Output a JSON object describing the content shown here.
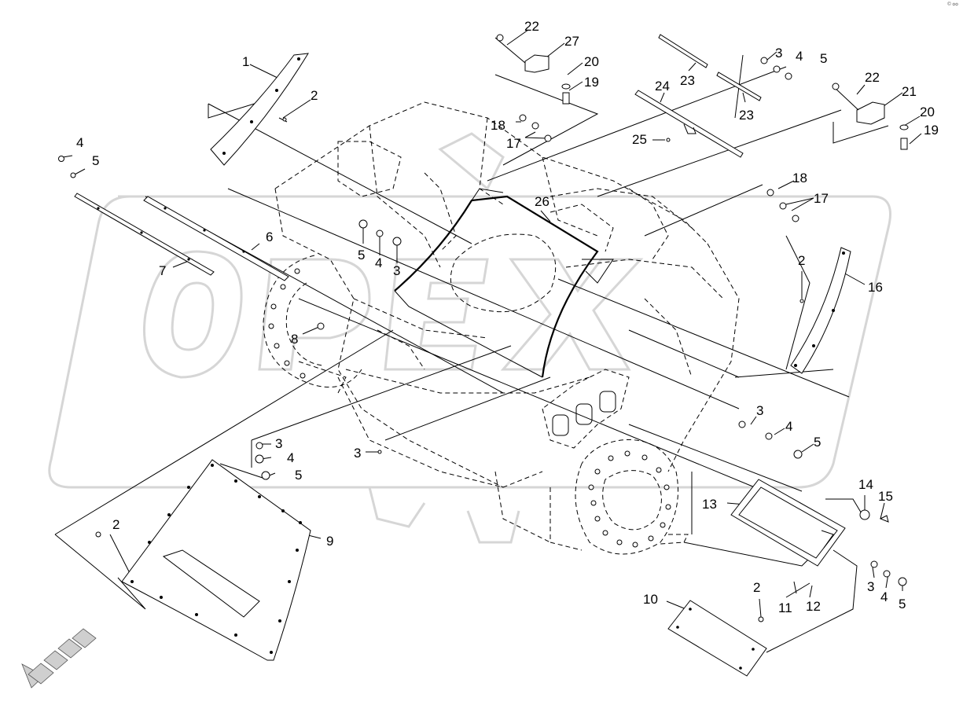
{
  "watermark": {
    "text": "OPEX"
  },
  "corner_mark": "© ໐໐",
  "labels": {
    "l1": "1",
    "l2a": "2",
    "l2b": "2",
    "l2c": "2",
    "l2d": "2",
    "l3a": "3",
    "l3b": "3",
    "l3c": "3",
    "l3d": "3",
    "l3e": "3",
    "l3f": "3",
    "l4a": "4",
    "l4b": "4",
    "l4c": "4",
    "l4d": "4",
    "l4e": "4",
    "l4f": "4",
    "l5a": "5",
    "l5b": "5",
    "l5c": "5",
    "l5d": "5",
    "l5e": "5",
    "l5f": "5",
    "l6": "6",
    "l7": "7",
    "l8": "8",
    "l9": "9",
    "l10": "10",
    "l11": "11",
    "l12": "12",
    "l13": "13",
    "l14": "14",
    "l15": "15",
    "l16": "16",
    "l17a": "17",
    "l17b": "17",
    "l18a": "18",
    "l18b": "18",
    "l19a": "19",
    "l19b": "19",
    "l20a": "20",
    "l20b": "20",
    "l21": "21",
    "l22a": "22",
    "l22b": "22",
    "l23a": "23",
    "l23b": "23",
    "l24": "24",
    "l25": "25",
    "l26": "26",
    "l27": "27"
  },
  "colors": {
    "line": "#000000",
    "watermark": "#d6d6d6",
    "background": "#ffffff"
  }
}
